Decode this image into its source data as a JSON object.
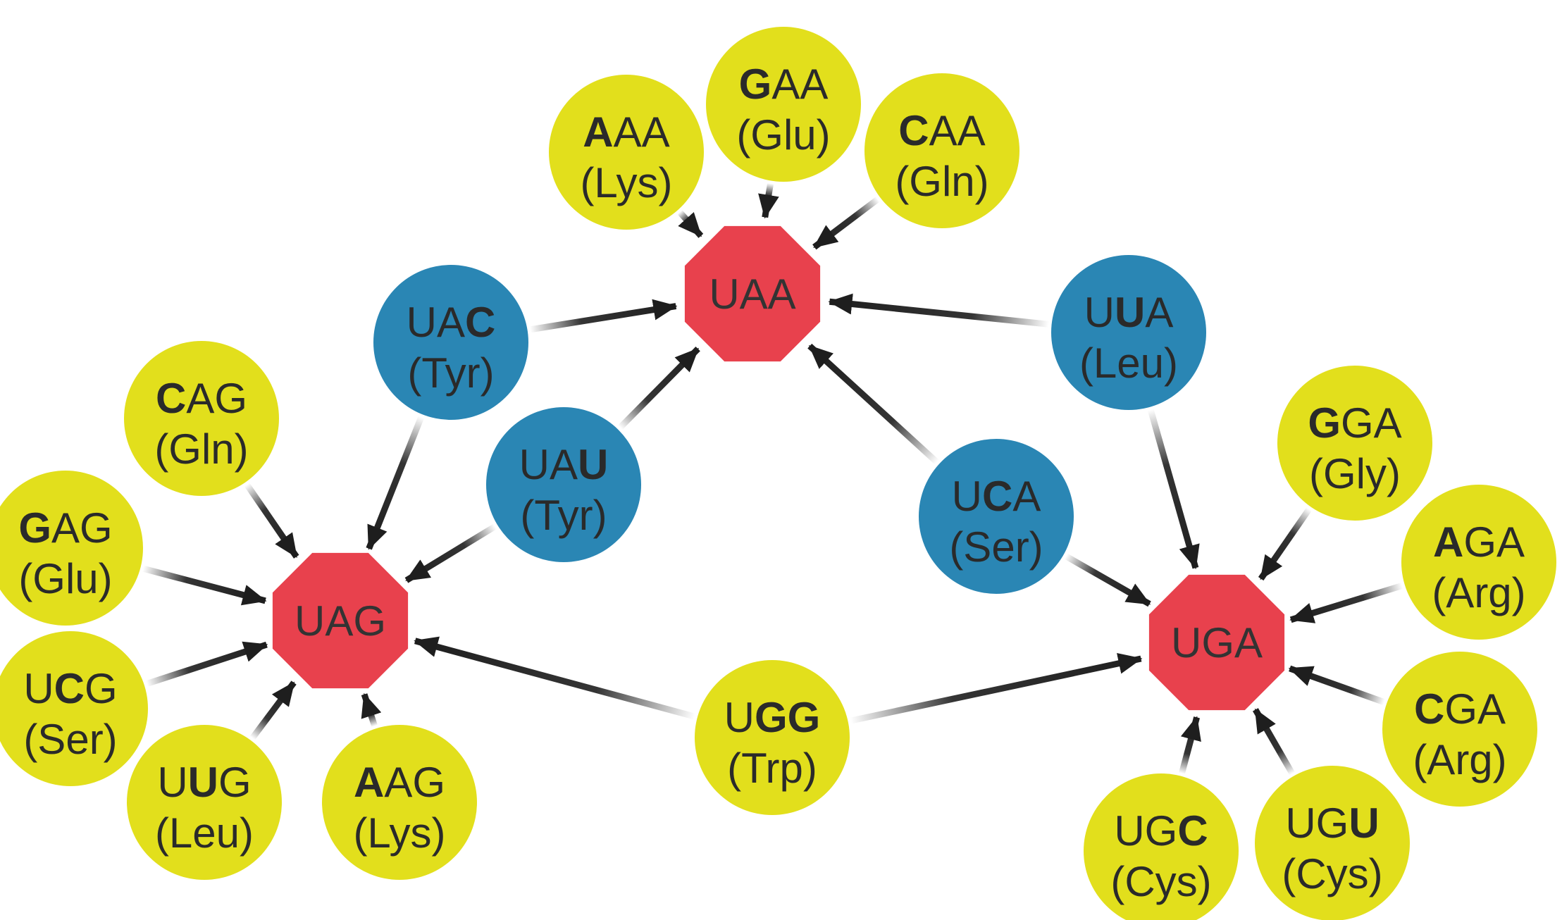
{
  "colors": {
    "stop": "#e8414d",
    "blue": "#2a86b4",
    "yellow": "#e2df1c",
    "arrow": "#1e1e1e",
    "text": "#2a2a2a"
  },
  "stop_codons": [
    {
      "id": "UAA",
      "label": "UAA"
    },
    {
      "id": "UAG",
      "label": "UAG"
    },
    {
      "id": "UGA",
      "label": "UGA"
    }
  ],
  "codons": [
    {
      "id": "AAA",
      "color": "yellow",
      "parts": [
        {
          "t": "A",
          "b": true
        },
        {
          "t": "AA",
          "b": false
        }
      ],
      "amino": "(Lys)",
      "targets": [
        "UAA"
      ]
    },
    {
      "id": "GAA",
      "color": "yellow",
      "parts": [
        {
          "t": "G",
          "b": true
        },
        {
          "t": "AA",
          "b": false
        }
      ],
      "amino": "(Glu)",
      "targets": [
        "UAA"
      ]
    },
    {
      "id": "CAA",
      "color": "yellow",
      "parts": [
        {
          "t": "C",
          "b": true
        },
        {
          "t": "AA",
          "b": false
        }
      ],
      "amino": "(Gln)",
      "targets": [
        "UAA"
      ]
    },
    {
      "id": "UAC",
      "color": "blue",
      "parts": [
        {
          "t": "UA",
          "b": false
        },
        {
          "t": "C",
          "b": true
        }
      ],
      "amino": "(Tyr)",
      "targets": [
        "UAA",
        "UAG"
      ]
    },
    {
      "id": "UUA",
      "color": "blue",
      "parts": [
        {
          "t": "U",
          "b": false
        },
        {
          "t": "U",
          "b": true
        },
        {
          "t": "A",
          "b": false
        }
      ],
      "amino": "(Leu)",
      "targets": [
        "UAA",
        "UGA"
      ]
    },
    {
      "id": "UAU",
      "color": "blue",
      "parts": [
        {
          "t": "UA",
          "b": false
        },
        {
          "t": "U",
          "b": true
        }
      ],
      "amino": "(Tyr)",
      "targets": [
        "UAA",
        "UAG"
      ]
    },
    {
      "id": "UCA",
      "color": "blue",
      "parts": [
        {
          "t": "U",
          "b": false
        },
        {
          "t": "C",
          "b": true
        },
        {
          "t": "A",
          "b": false
        }
      ],
      "amino": "(Ser)",
      "targets": [
        "UAA",
        "UGA"
      ]
    },
    {
      "id": "CAG",
      "color": "yellow",
      "parts": [
        {
          "t": "C",
          "b": true
        },
        {
          "t": "AG",
          "b": false
        }
      ],
      "amino": "(Gln)",
      "targets": [
        "UAG"
      ]
    },
    {
      "id": "GAG",
      "color": "yellow",
      "parts": [
        {
          "t": "G",
          "b": true
        },
        {
          "t": "AG",
          "b": false
        }
      ],
      "amino": "(Glu)",
      "targets": [
        "UAG"
      ]
    },
    {
      "id": "UCG",
      "color": "yellow",
      "parts": [
        {
          "t": "U",
          "b": false
        },
        {
          "t": "C",
          "b": true
        },
        {
          "t": "G",
          "b": false
        }
      ],
      "amino": "(Ser)",
      "targets": [
        "UAG"
      ]
    },
    {
      "id": "UUG",
      "color": "yellow",
      "parts": [
        {
          "t": "U",
          "b": false
        },
        {
          "t": "U",
          "b": true
        },
        {
          "t": "G",
          "b": false
        }
      ],
      "amino": "(Leu)",
      "targets": [
        "UAG"
      ]
    },
    {
      "id": "AAG",
      "color": "yellow",
      "parts": [
        {
          "t": "A",
          "b": true
        },
        {
          "t": "AG",
          "b": false
        }
      ],
      "amino": "(Lys)",
      "targets": [
        "UAG"
      ]
    },
    {
      "id": "UGG",
      "color": "yellow",
      "parts": [
        {
          "t": "U",
          "b": false
        },
        {
          "t": "GG",
          "b": true
        }
      ],
      "amino": "(Trp)",
      "targets": [
        "UAG",
        "UGA"
      ]
    },
    {
      "id": "GGA",
      "color": "yellow",
      "parts": [
        {
          "t": "G",
          "b": true
        },
        {
          "t": "GA",
          "b": false
        }
      ],
      "amino": "(Gly)",
      "targets": [
        "UGA"
      ]
    },
    {
      "id": "AGA",
      "color": "yellow",
      "parts": [
        {
          "t": "A",
          "b": true
        },
        {
          "t": "GA",
          "b": false
        }
      ],
      "amino": "(Arg)",
      "targets": [
        "UGA"
      ]
    },
    {
      "id": "CGA",
      "color": "yellow",
      "parts": [
        {
          "t": "C",
          "b": true
        },
        {
          "t": "GA",
          "b": false
        }
      ],
      "amino": "(Arg)",
      "targets": [
        "UGA"
      ]
    },
    {
      "id": "UGU",
      "color": "yellow",
      "parts": [
        {
          "t": "UG",
          "b": false
        },
        {
          "t": "U",
          "b": true
        }
      ],
      "amino": "(Cys)",
      "targets": [
        "UGA"
      ]
    },
    {
      "id": "UGC",
      "color": "yellow",
      "parts": [
        {
          "t": "UG",
          "b": false
        },
        {
          "t": "C",
          "b": true
        }
      ],
      "amino": "(Cys)",
      "targets": [
        "UGA"
      ]
    }
  ]
}
